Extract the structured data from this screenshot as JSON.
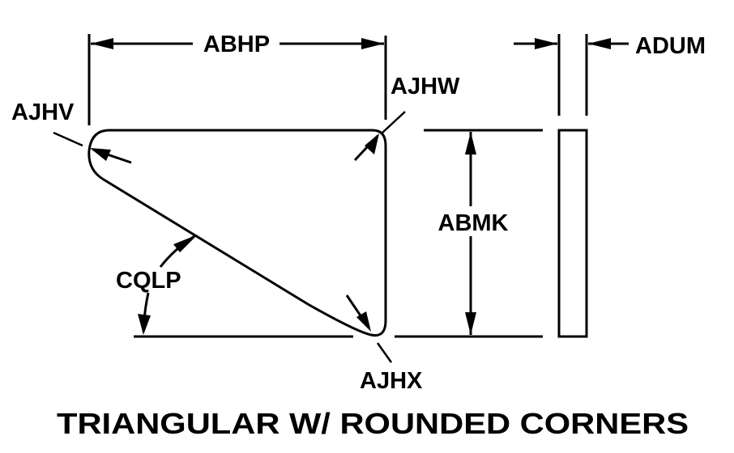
{
  "diagram": {
    "title": "TRIANGULAR W/ ROUNDED CORNERS",
    "shape": "triangle-with-rounded-corners",
    "labels": {
      "length": "ABHP",
      "height": "ABMK",
      "thickness": "ADUM",
      "radius_top_left": "AJHV",
      "radius_top_right": "AJHW",
      "radius_bottom_right": "AJHX",
      "angle": "CQLP"
    },
    "colors": {
      "line": "#000000",
      "background": "#ffffff"
    }
  }
}
